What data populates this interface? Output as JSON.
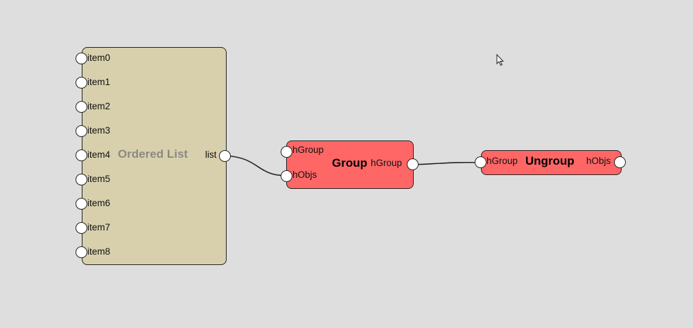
{
  "ordered_list": {
    "title": "Ordered List",
    "inputs": [
      "item0",
      "item1",
      "item2",
      "item3",
      "item4",
      "item5",
      "item6",
      "item7",
      "item8"
    ],
    "output": "list"
  },
  "group": {
    "title": "Group",
    "inputs": [
      "hGroup",
      "hObjs"
    ],
    "output": "hGroup"
  },
  "ungroup": {
    "title": "Ungroup",
    "input": "hGroup",
    "output": "hObjs"
  },
  "colors": {
    "background": "#dedede",
    "ordered_list_fill": "#d8d0ad",
    "node_fill": "#ff6666",
    "port_fill": "#ffffff",
    "edge": "#222222"
  },
  "icons": {
    "cursor": "mouse-pointer-icon"
  }
}
